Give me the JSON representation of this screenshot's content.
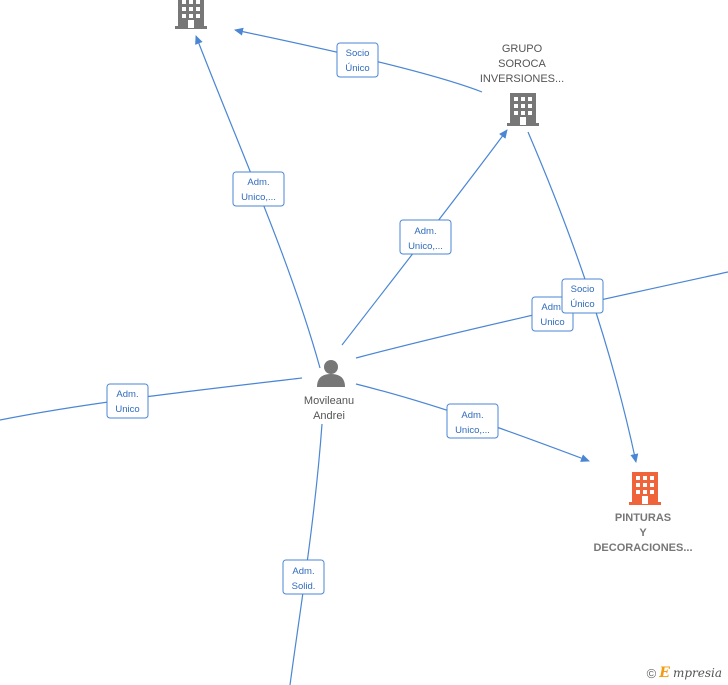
{
  "nodes": {
    "top_company": {
      "label": []
    },
    "grupo_soroca": {
      "label": [
        "GRUPO",
        "SOROCA",
        "INVERSIONES..."
      ]
    },
    "person": {
      "label": [
        "Movileanu",
        "Andrei"
      ]
    },
    "pinturas": {
      "label": [
        "PINTURAS",
        "Y",
        "DECORACIONES..."
      ]
    }
  },
  "edge_labels": {
    "socio_unico_top": [
      "Socio",
      "Único"
    ],
    "adm_unico_top": [
      "Adm.",
      "Unico,..."
    ],
    "adm_unico_grupo": [
      "Adm.",
      "Unico,..."
    ],
    "adm_unico_right": [
      "Adm.",
      "Unico"
    ],
    "socio_unico_pinturas": [
      "Socio",
      "Único"
    ],
    "adm_unico_left": [
      "Adm.",
      "Unico"
    ],
    "adm_unico_pinturas": [
      "Adm.",
      "Unico,..."
    ],
    "adm_solid": [
      "Adm.",
      "Solid."
    ]
  },
  "footer": {
    "copyright": "©",
    "brand_initial": "E",
    "brand_rest": "mpresia"
  },
  "colors": {
    "edge": "#4a86d4",
    "building_gray": "#777777",
    "building_orange": "#f0643c",
    "person": "#777777"
  }
}
